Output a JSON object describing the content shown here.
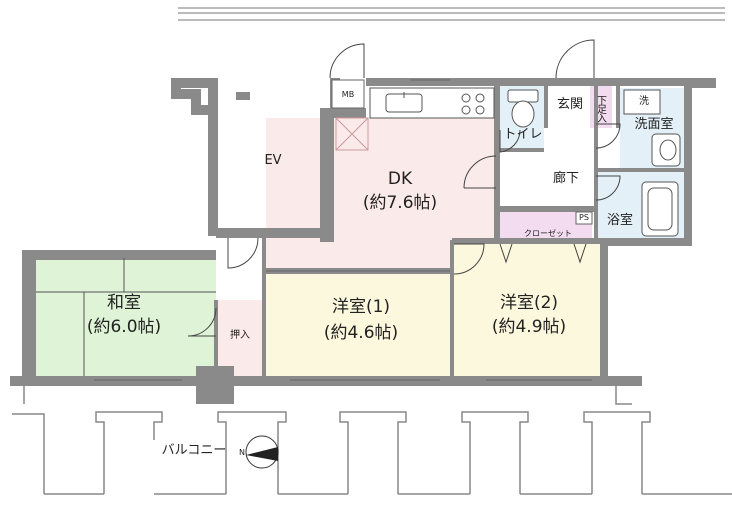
{
  "rooms": {
    "ev": "EV",
    "dk": {
      "name": "DK",
      "size": "(約7.6帖)"
    },
    "washitsu": {
      "name": "和室",
      "size": "(約6.0帖)"
    },
    "yoshitsu1": {
      "name": "洋室(1)",
      "size": "(約4.6帖)"
    },
    "yoshitsu2": {
      "name": "洋室(2)",
      "size": "(約4.9帖)"
    },
    "oshiire": "押入",
    "genkan": "玄関",
    "shoes": "下足入",
    "toilet": "トイレ",
    "rouka": "廊下",
    "senmen": "洗面室",
    "sen": "洗",
    "yokushitsu": "浴室",
    "closet": "クローゼット",
    "ps": "PS",
    "mb": "MB"
  },
  "balcony": "バルコニー",
  "compass": "N",
  "colors": {
    "wall": "#8a8a8a",
    "dk_floor": "#fbeaea",
    "washitsu_floor": "#dff3d6",
    "yoshitsu_floor": "#fbf8dd",
    "closet_fill": "#f3dcef",
    "wet_fill": "#e3f0f7",
    "hall_fill": "#ffffff"
  }
}
